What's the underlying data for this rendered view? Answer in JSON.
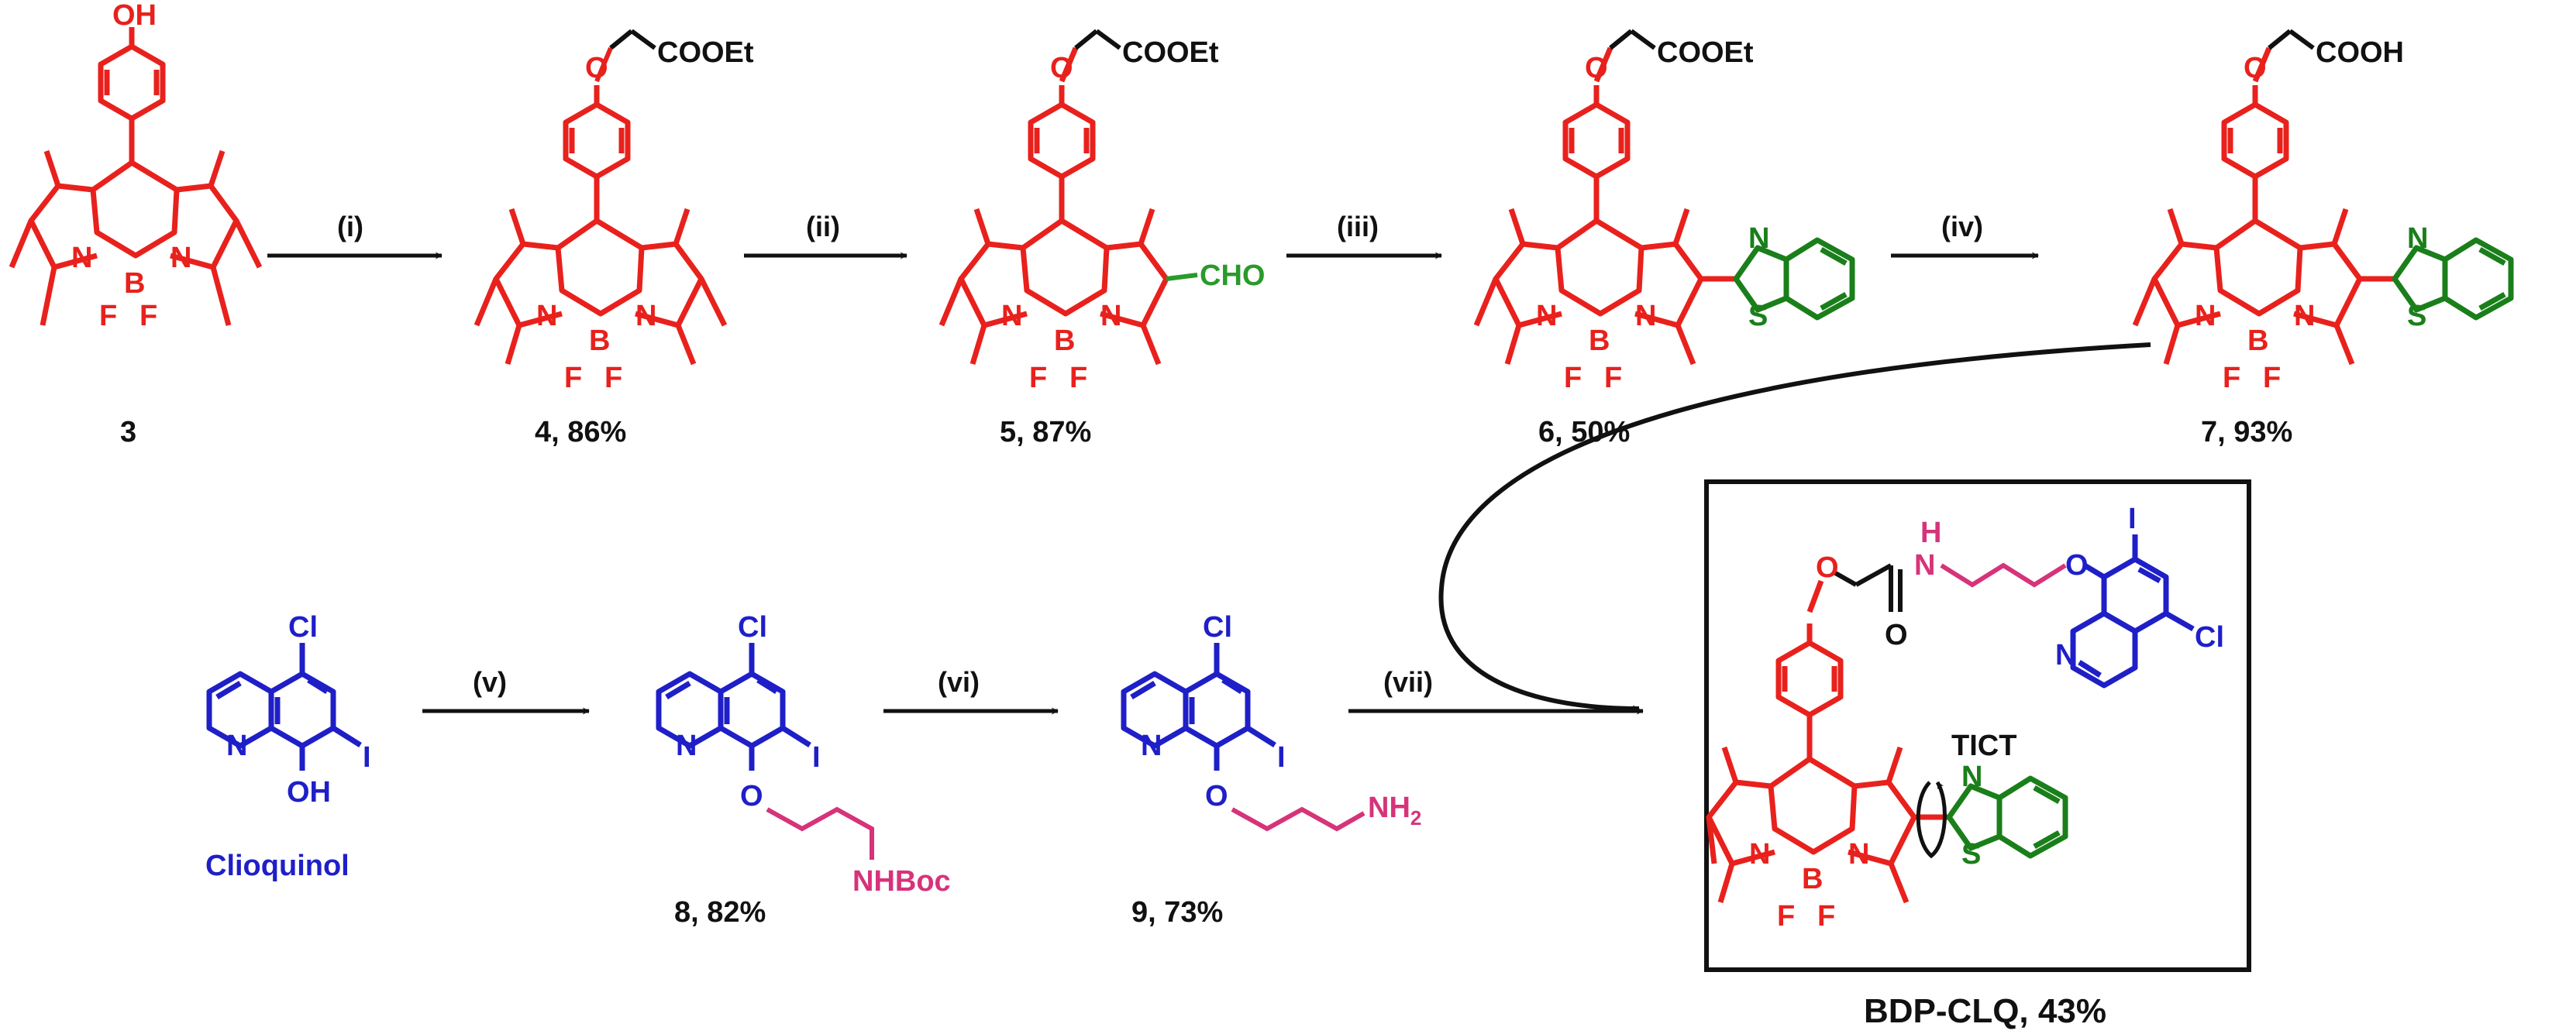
{
  "colors": {
    "bodipy": "#e8211d",
    "benzothiazole": "#1a7f1a",
    "formyl": "#2a9a2a",
    "quinoline": "#1f1fc8",
    "linker": "#d6337a",
    "black": "#111111"
  },
  "compounds": {
    "c3": {
      "label": "3",
      "oh": "OH",
      "n1": "N",
      "n2": "N",
      "b": "B",
      "f1": "F",
      "f2": "F"
    },
    "c4": {
      "label": "4, 86%",
      "ester": "COOEt",
      "o": "O",
      "n1": "N",
      "n2": "N",
      "b": "B",
      "f1": "F",
      "f2": "F"
    },
    "c5": {
      "label": "5, 87%",
      "ester": "COOEt",
      "o": "O",
      "cho": "CHO",
      "n1": "N",
      "n2": "N",
      "b": "B",
      "f1": "F",
      "f2": "F"
    },
    "c6": {
      "label": "6, 50%",
      "ester": "COOEt",
      "o": "O",
      "bt_n": "N",
      "bt_s": "S",
      "n1": "N",
      "n2": "N",
      "b": "B",
      "f1": "F",
      "f2": "F"
    },
    "c7": {
      "label": "7, 93%",
      "acid": "COOH",
      "o": "O",
      "bt_n": "N",
      "bt_s": "S",
      "n1": "N",
      "n2": "N",
      "b": "B",
      "f1": "F",
      "f2": "F"
    },
    "clioquinol": {
      "label": "Clioquinol",
      "cl": "Cl",
      "i": "I",
      "n": "N",
      "oh": "OH"
    },
    "c8": {
      "label": "8, 82%",
      "cl": "Cl",
      "i": "I",
      "n": "N",
      "o": "O",
      "nhboc": "NHBoc"
    },
    "c9": {
      "label": "9, 73%",
      "cl": "Cl",
      "i": "I",
      "n": "N",
      "o": "O",
      "nh2": "NH",
      "nh2_sub": "2"
    },
    "product": {
      "label": "BDP-CLQ, 43%",
      "ticte": "TICT",
      "o_aryl": "O",
      "o_amide": "O",
      "n_h": "H",
      "n_amide": "N",
      "o_ether": "O",
      "i": "I",
      "cl": "Cl",
      "n_q": "N",
      "bt_n": "N",
      "bt_s": "S",
      "n1": "N",
      "n2": "N",
      "b": "B",
      "f1": "F",
      "f2": "F"
    }
  },
  "steps": [
    {
      "label": "(i)"
    },
    {
      "label": "(ii)"
    },
    {
      "label": "(iii)"
    },
    {
      "label": "(iv)"
    },
    {
      "label": "(v)"
    },
    {
      "label": "(vi)"
    },
    {
      "label": "(vii)"
    }
  ]
}
